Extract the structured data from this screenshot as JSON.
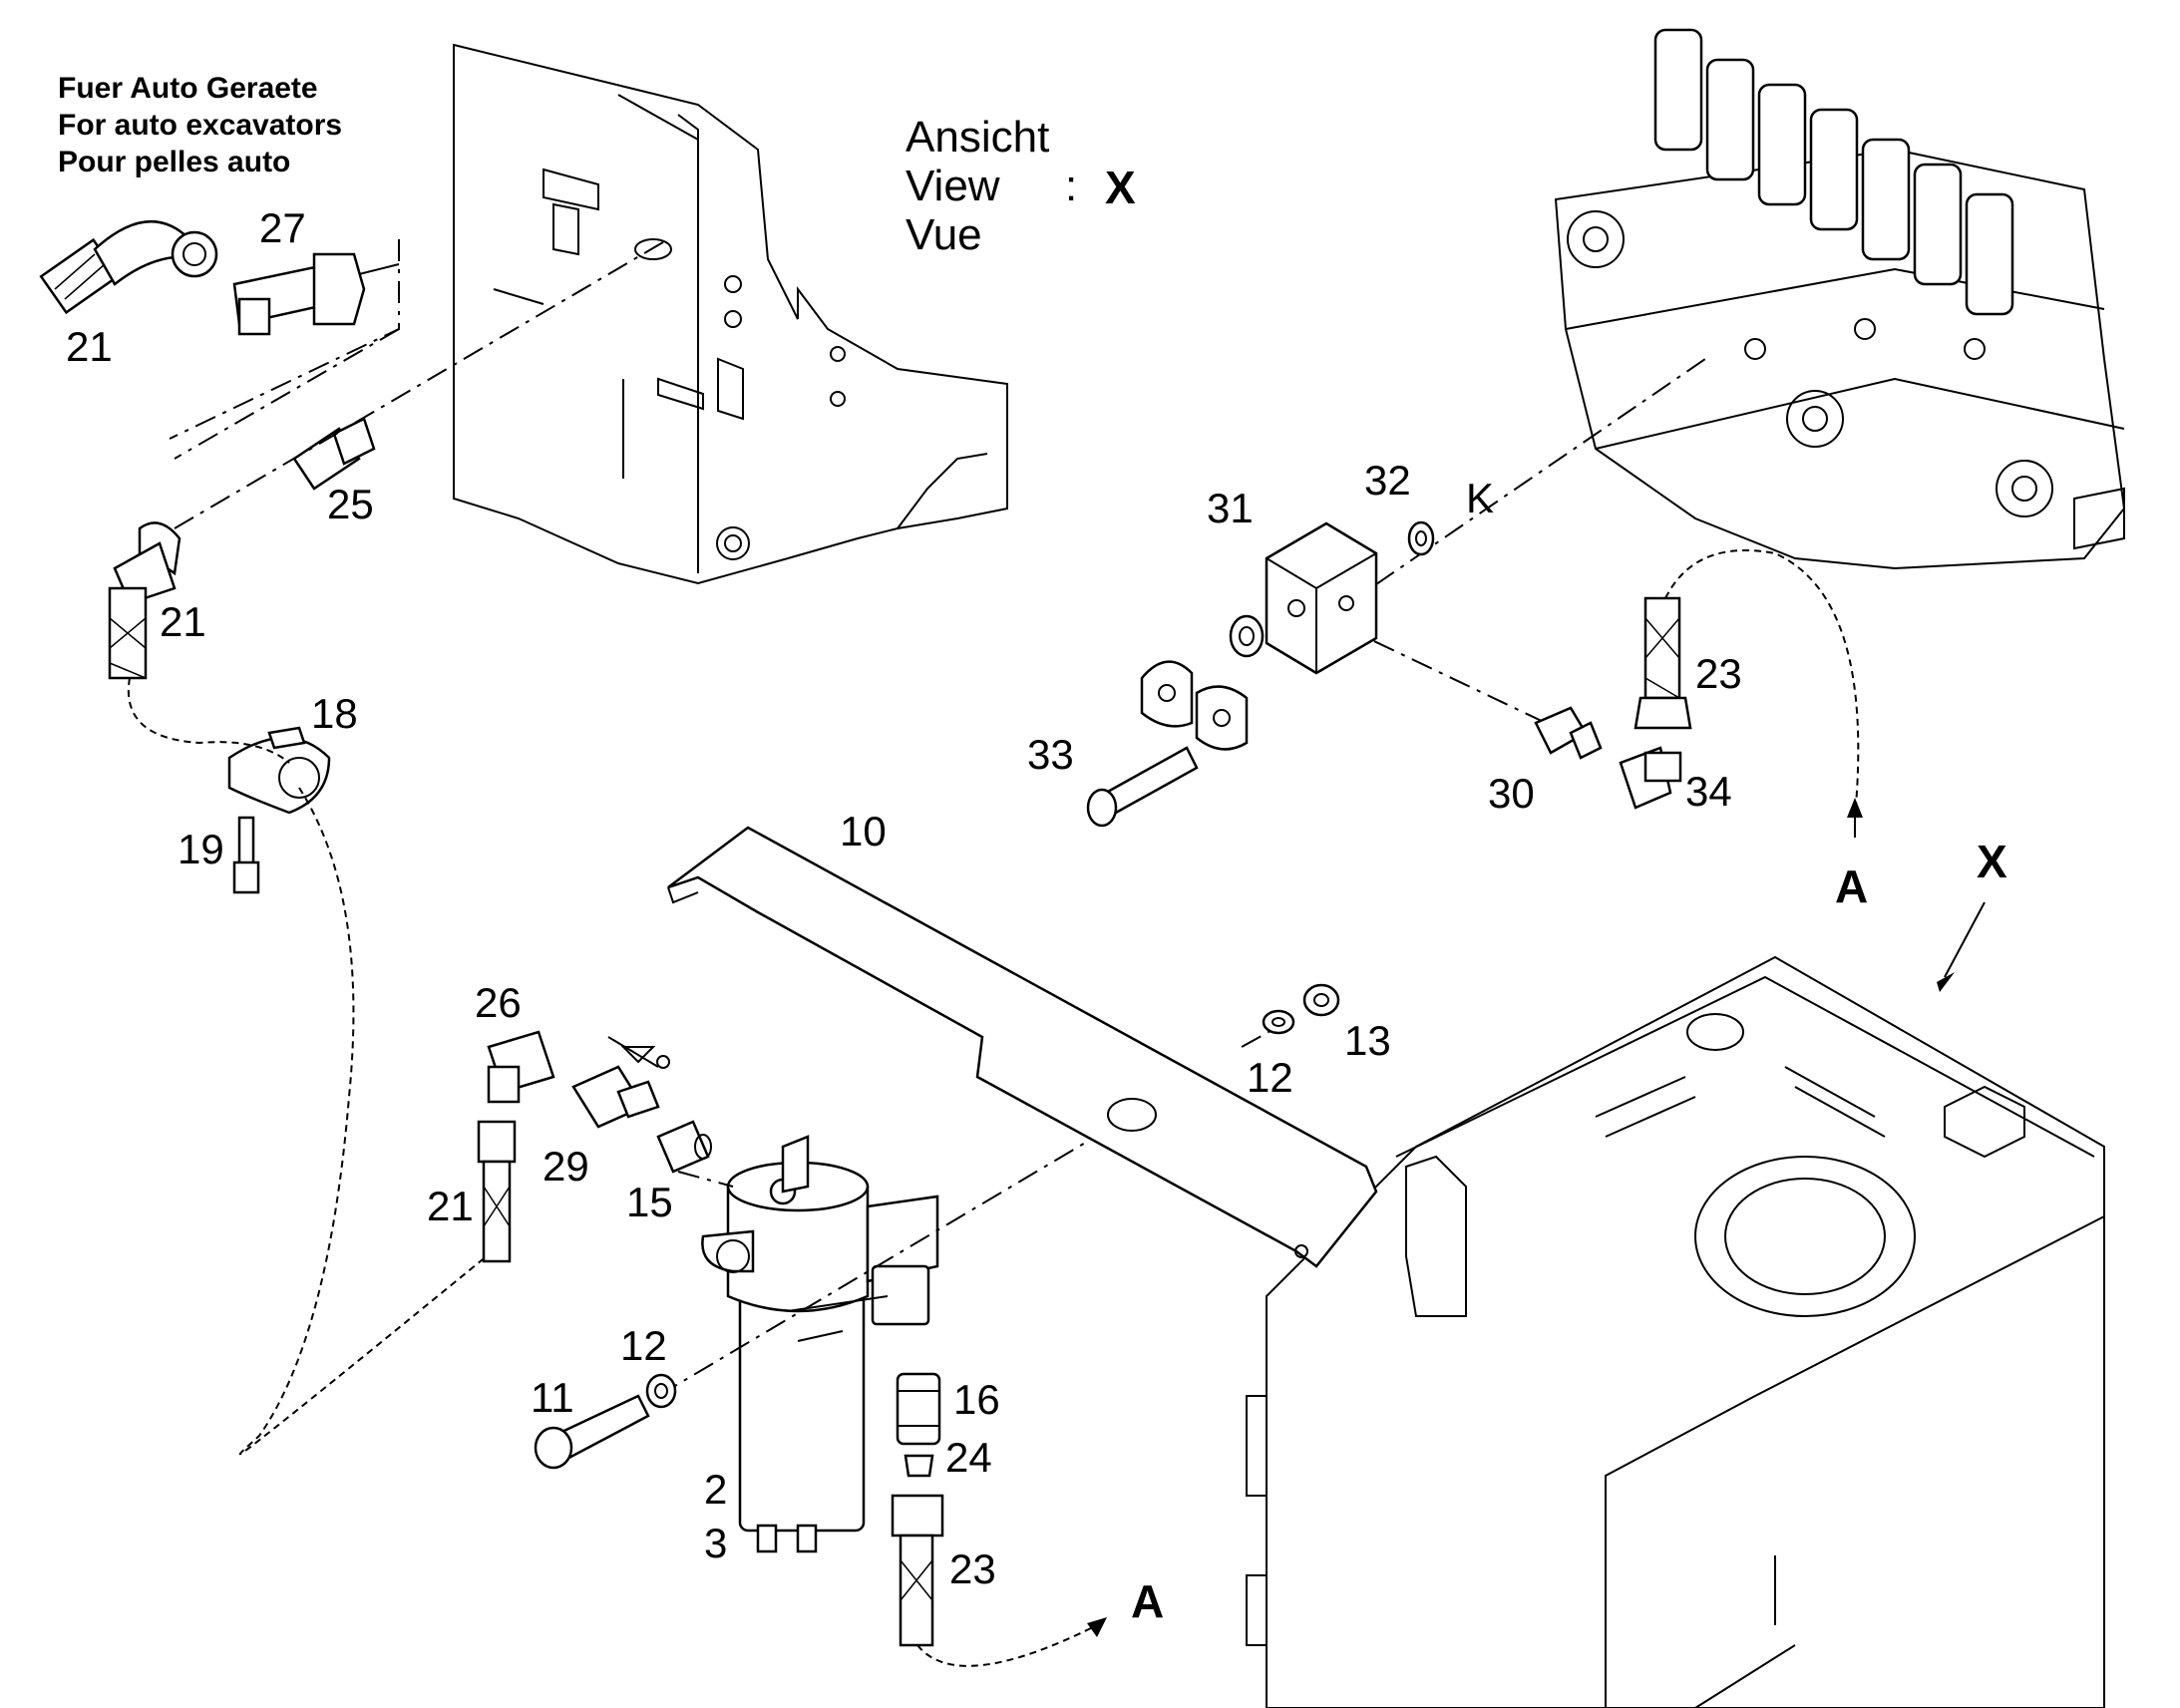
{
  "note": {
    "line1": "Fuer Auto Geraete",
    "line2": "For auto excavators",
    "line3": "Pour pelles auto"
  },
  "view_note": {
    "line1": "Ansicht",
    "line2": "View",
    "line3": "Vue",
    "separator": ":",
    "letter": "X"
  },
  "view_arrow_label": "X",
  "marker_k": "K",
  "arrow_a_1": "A",
  "arrow_a_2": "A",
  "part_labels": {
    "p21_top": "21",
    "p27": "27",
    "p25": "25",
    "p21_mid": "21",
    "p18": "18",
    "p19": "19",
    "p31": "31",
    "p32": "32",
    "p23_top": "23",
    "p33": "33",
    "p30": "30",
    "p34": "34",
    "p10": "10",
    "p26": "26",
    "p13": "13",
    "p12_top": "12",
    "p29": "29",
    "p15": "15",
    "p21_low": "21",
    "p12_low": "12",
    "p11": "11",
    "p16": "16",
    "p24": "24",
    "p2": "2",
    "p3": "3",
    "p23_low": "23"
  }
}
